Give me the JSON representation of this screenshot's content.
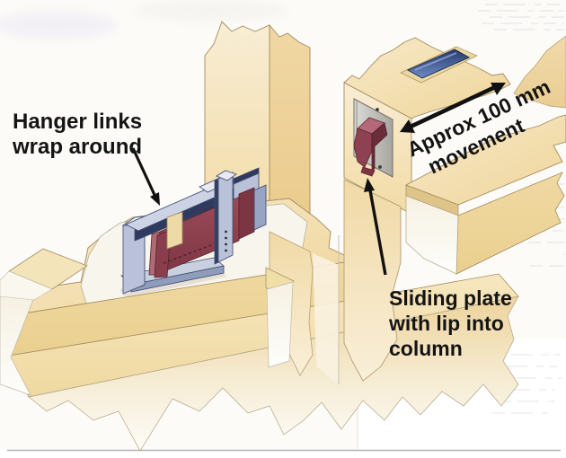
{
  "figure": {
    "type": "technical-illustration",
    "subject": "Precast beam-to-column connection with hanger links and sliding plate",
    "labels": {
      "hanger": {
        "line1": "Hanger links",
        "line2": "wrap around"
      },
      "movement": {
        "line1": "Approx 100 mm",
        "line2": "movement",
        "rotation_deg": -25
      },
      "sliding": {
        "line1": "Sliding plate",
        "line2": "with lip into",
        "line3": "column"
      }
    },
    "annotations": [
      "hanger-links-pointer-arrow",
      "movement-double-arrow",
      "sliding-plate-pointer-arrow"
    ],
    "colors": {
      "timber_light": "#f6e8c6",
      "timber_mid": "#f1d99f",
      "timber_dark": "#e7c37d",
      "steel_light": "#c9d0e0",
      "steel_mid": "#97a4c4",
      "steel_dark": "#2f3a5e",
      "plate_maroon": "#8e4150",
      "slot_blue": "#4f6fae",
      "annotation_black": "#111111",
      "page_line_gray": "#b3b3b3"
    }
  }
}
